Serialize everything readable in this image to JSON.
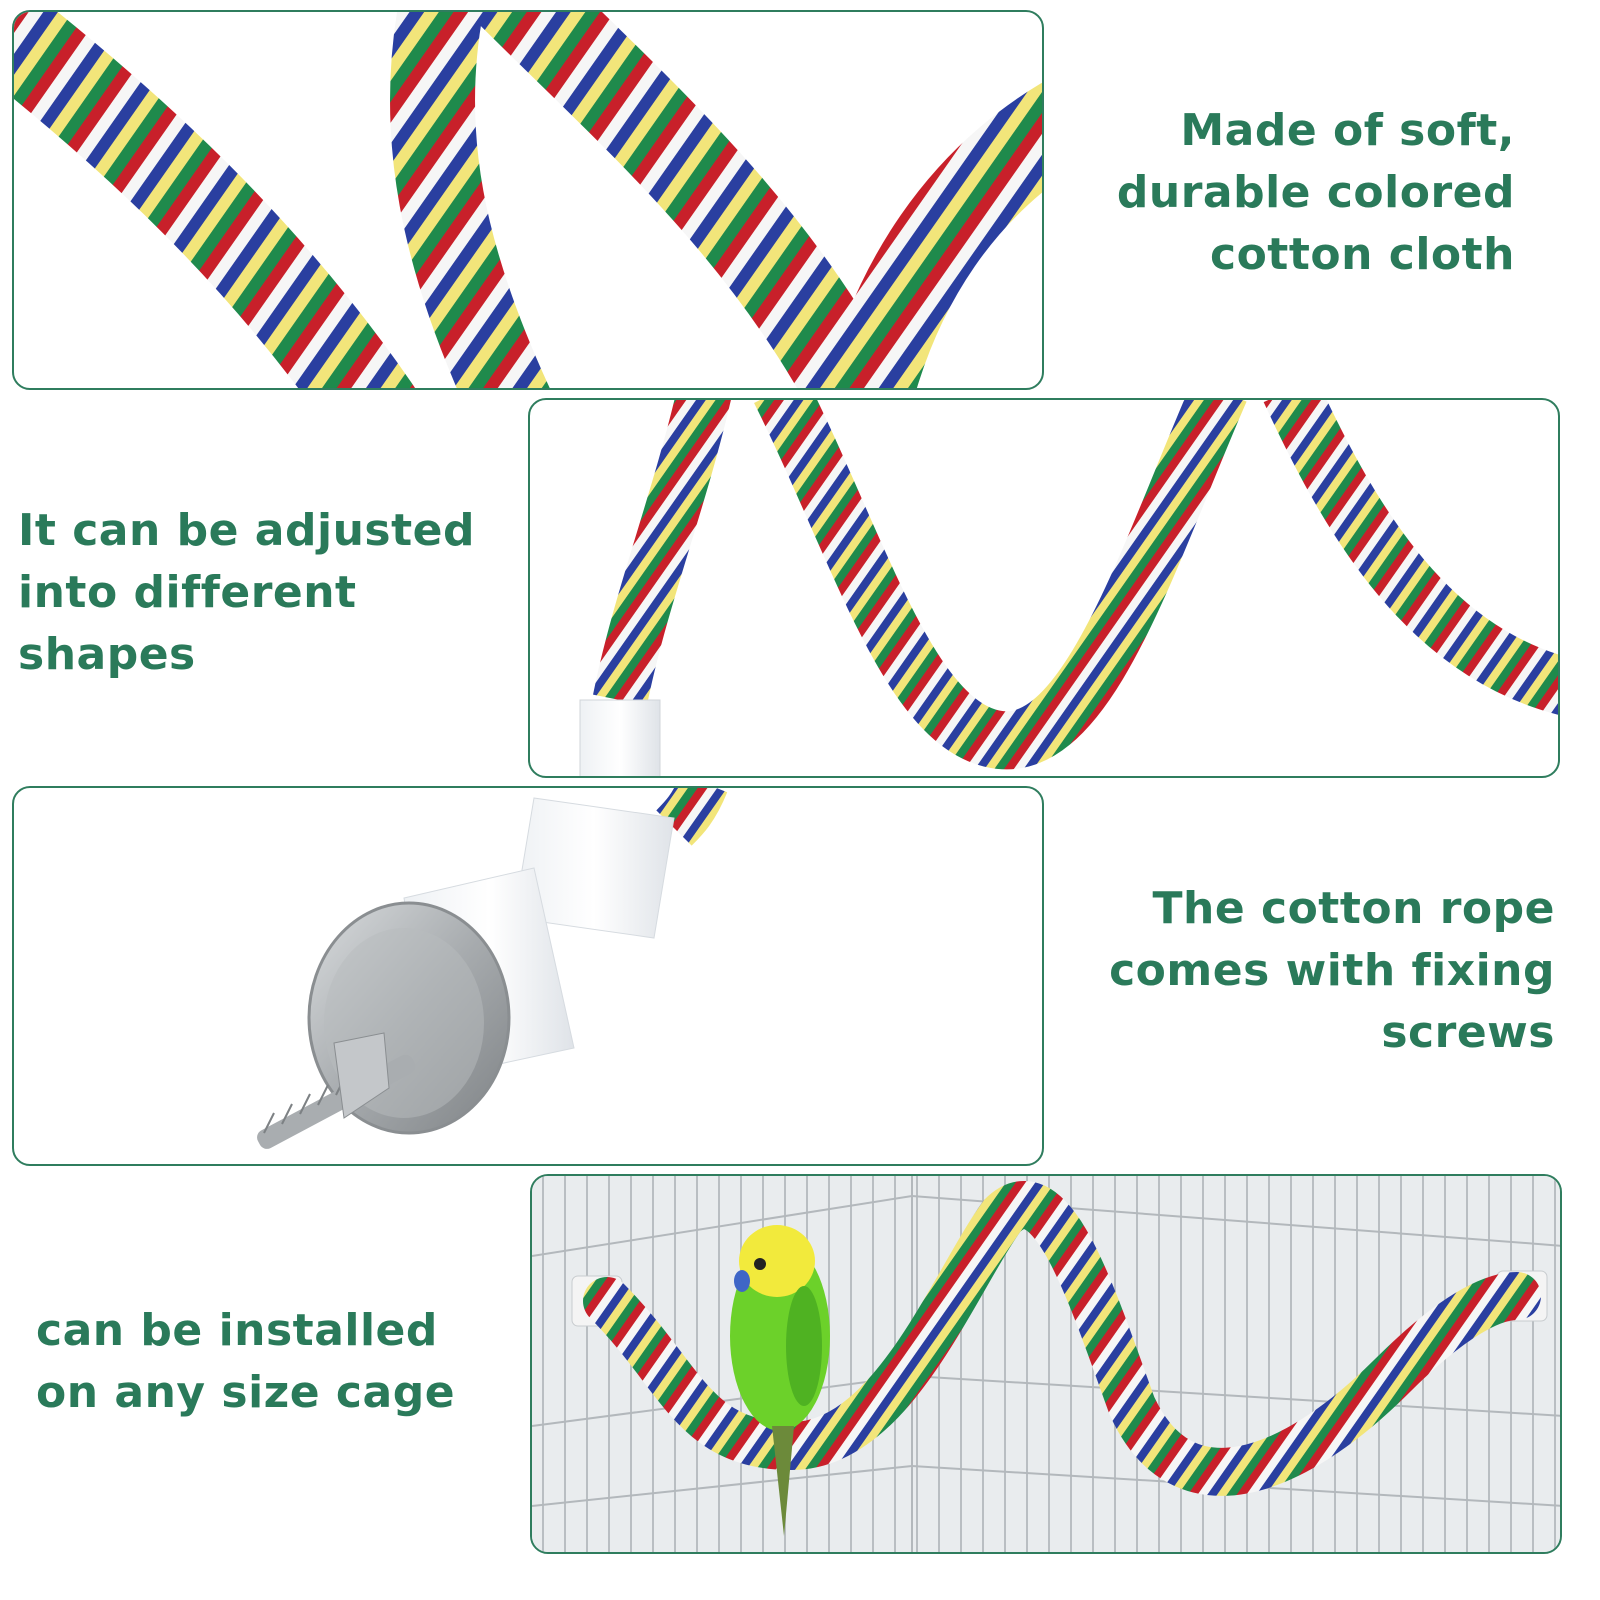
{
  "features": [
    {
      "id": "material",
      "lines": [
        "Made of soft,",
        "durable colored",
        "cotton cloth"
      ]
    },
    {
      "id": "shape",
      "lines": [
        "It can be adjusted",
        "into different",
        "shapes"
      ]
    },
    {
      "id": "screws",
      "lines": [
        "The cotton rope",
        "comes with fixing",
        "screws"
      ]
    },
    {
      "id": "install",
      "lines": [
        "can be installed",
        "on any size cage"
      ]
    }
  ],
  "colors": {
    "accent": "#2a7a5a",
    "panel_border": "#2f7d5e",
    "rope_red": "#c8202a",
    "rope_yellow": "#f2e57a",
    "rope_green": "#1f8a4c",
    "rope_blue": "#2a3fa0",
    "rope_white": "#f6f6f6"
  },
  "icons": [
    "cotton-rope-photo",
    "rope-shape-photo",
    "screw-fixture-photo",
    "parrot-cage-photo"
  ]
}
